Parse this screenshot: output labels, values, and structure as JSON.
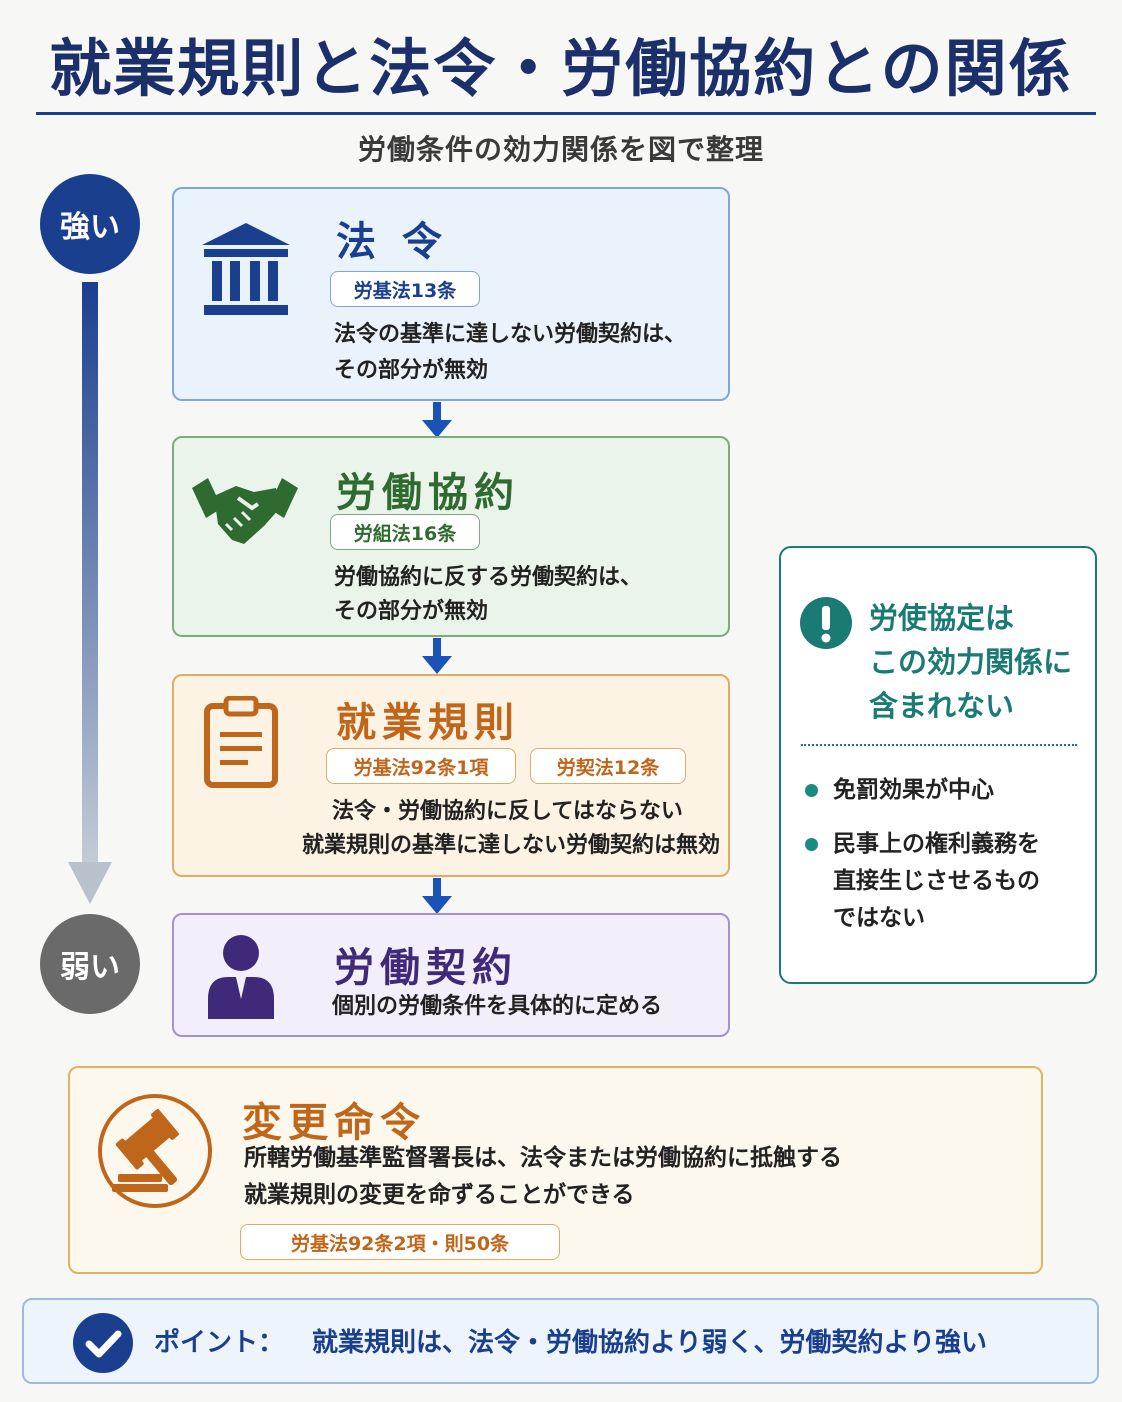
{
  "title": "就業規則と法令・労働協約との関係",
  "subtitle": "労働条件の効力関係を図で整理",
  "axis": {
    "strong": "強い",
    "weak": "弱い"
  },
  "hierarchy": [
    {
      "title": "法 令",
      "tags": [
        "労基法13条"
      ],
      "lines": [
        "法令の基準に達しない労働契約は、",
        "その部分が無効"
      ],
      "icon": "government-building-icon"
    },
    {
      "title": "労働協約",
      "tags": [
        "労組法16条"
      ],
      "lines": [
        "労働協約に反する労働契約は、",
        "その部分が無効"
      ],
      "icon": "handshake-icon"
    },
    {
      "title": "就業規則",
      "tags": [
        "労基法92条1項",
        "労契法12条"
      ],
      "lines": [
        "法令・労働協約に反してはならない",
        "就業規則の基準に達しない労働契約は無効"
      ],
      "icon": "clipboard-icon"
    },
    {
      "title": "労働契約",
      "tags": [],
      "lines": [
        "個別の労働条件を具体的に定める"
      ],
      "icon": "person-icon"
    }
  ],
  "side_note": {
    "icon": "exclamation-icon",
    "title_lines": [
      "労使協定は",
      "この効力関係に",
      "含まれない"
    ],
    "items": [
      [
        "免罰効果が中心"
      ],
      [
        "民事上の権利義務を",
        "直接生じさせるもの",
        "ではない"
      ]
    ]
  },
  "order": {
    "icon": "gavel-icon",
    "title": "変更命令",
    "lines": [
      "所轄労働基準監督署長は、法令または労働協約に抵触する",
      "就業規則の変更を命ずることができる"
    ],
    "tag": "労基法92条2項・則50条"
  },
  "point": {
    "icon": "check-icon",
    "label": "ポイント：",
    "text": "就業規則は、法令・労働協約より弱く、労働契約より強い"
  },
  "colors": {
    "navy": "#1b3f8f",
    "law": "#1b3f8f",
    "agreement": "#2f6b30",
    "rules": "#c0661b",
    "contract": "#3f2a7a",
    "teal": "#1a7a74"
  }
}
